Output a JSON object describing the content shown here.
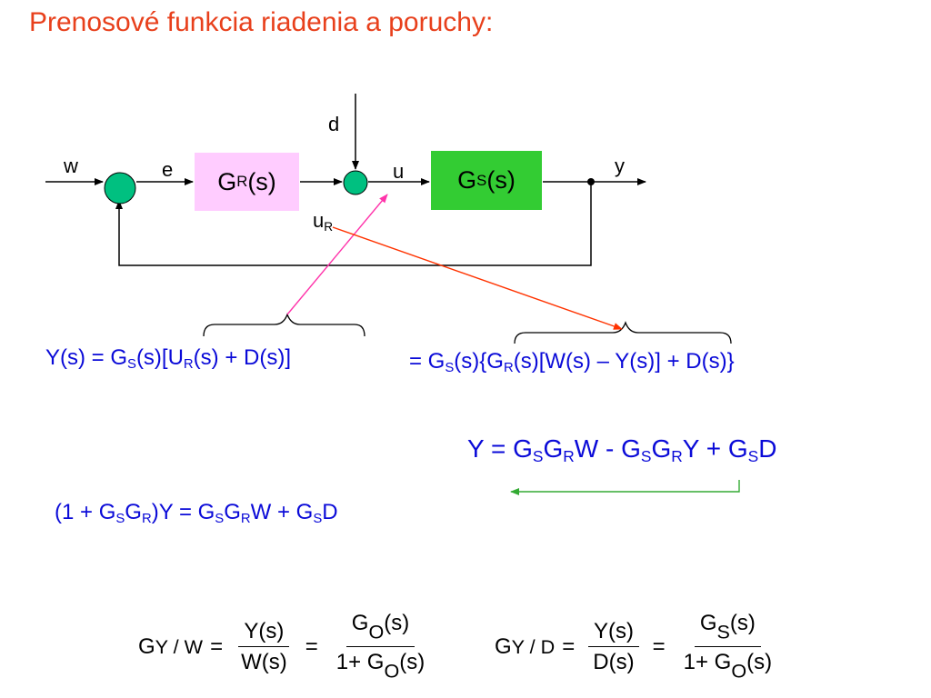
{
  "title": "Prenosové funkcia riadenia a poruchy:",
  "signals": {
    "w": "w",
    "e": "e",
    "d": "d",
    "u": "u",
    "u_main": "u",
    "u_sub": "R",
    "y": "y"
  },
  "blocks": {
    "regulator": {
      "main": "G",
      "sub": "R",
      "arg": "(s)"
    },
    "system": {
      "main": "G",
      "sub": "S",
      "arg": "(s)"
    }
  },
  "colors": {
    "title": "#e8401c",
    "equations": "#0a0ad8",
    "regulator": "#ffccff",
    "system": "#33cc33",
    "summing_node": "#00c080",
    "pink_arrow": "#ff33aa",
    "red_arrow": "#ff3300",
    "green_arrow": "#33aa33"
  },
  "equations": {
    "eq1": {
      "p1": "Y(s) = G",
      "s1": "S",
      "p2": "(s)[U",
      "s2": "R",
      "p3": "(s) + D(s)]"
    },
    "eq2": {
      "p1": "= G",
      "s1": "S",
      "p2": "(s){G",
      "s2": "R",
      "p3": "(s)[W(s) – Y(s)] + D(s)}"
    },
    "eq3": {
      "p1": "Y = G",
      "s1": "S",
      "p2": "G",
      "s2": "R",
      "p3": "W - G",
      "s3": "S",
      "p4": "G",
      "s4": "R",
      "p5": "Y + G",
      "s5": "S",
      "p6": "D"
    },
    "eq4": {
      "p1": "(1 + G",
      "s1": "S",
      "p2": "G",
      "s2": "R",
      "p3": ")Y = G",
      "s3": "S",
      "p4": "G",
      "s4": "R",
      "p5": "W + G",
      "s5": "S",
      "p6": "D"
    }
  },
  "transfer_functions": {
    "tf_yw": {
      "lhs_main": "G",
      "lhs_sub": "Y / W",
      "eq1": "=",
      "num1": "Y(s)",
      "den1": "W(s)",
      "eq2": "=",
      "num2_main": "G",
      "num2_sub": "O",
      "num2_arg": "(s)",
      "den2_pre": "1+ G",
      "den2_sub": "O",
      "den2_arg": "(s)"
    },
    "tf_yd": {
      "lhs_main": "G",
      "lhs_sub": "Y / D",
      "eq1": "=",
      "num1": "Y(s)",
      "den1": "D(s)",
      "eq2": "=",
      "num2_main": "G",
      "num2_sub": "S",
      "num2_arg": "(s)",
      "den2_pre": "1+ G",
      "den2_sub": "O",
      "den2_arg": "(s)"
    }
  }
}
